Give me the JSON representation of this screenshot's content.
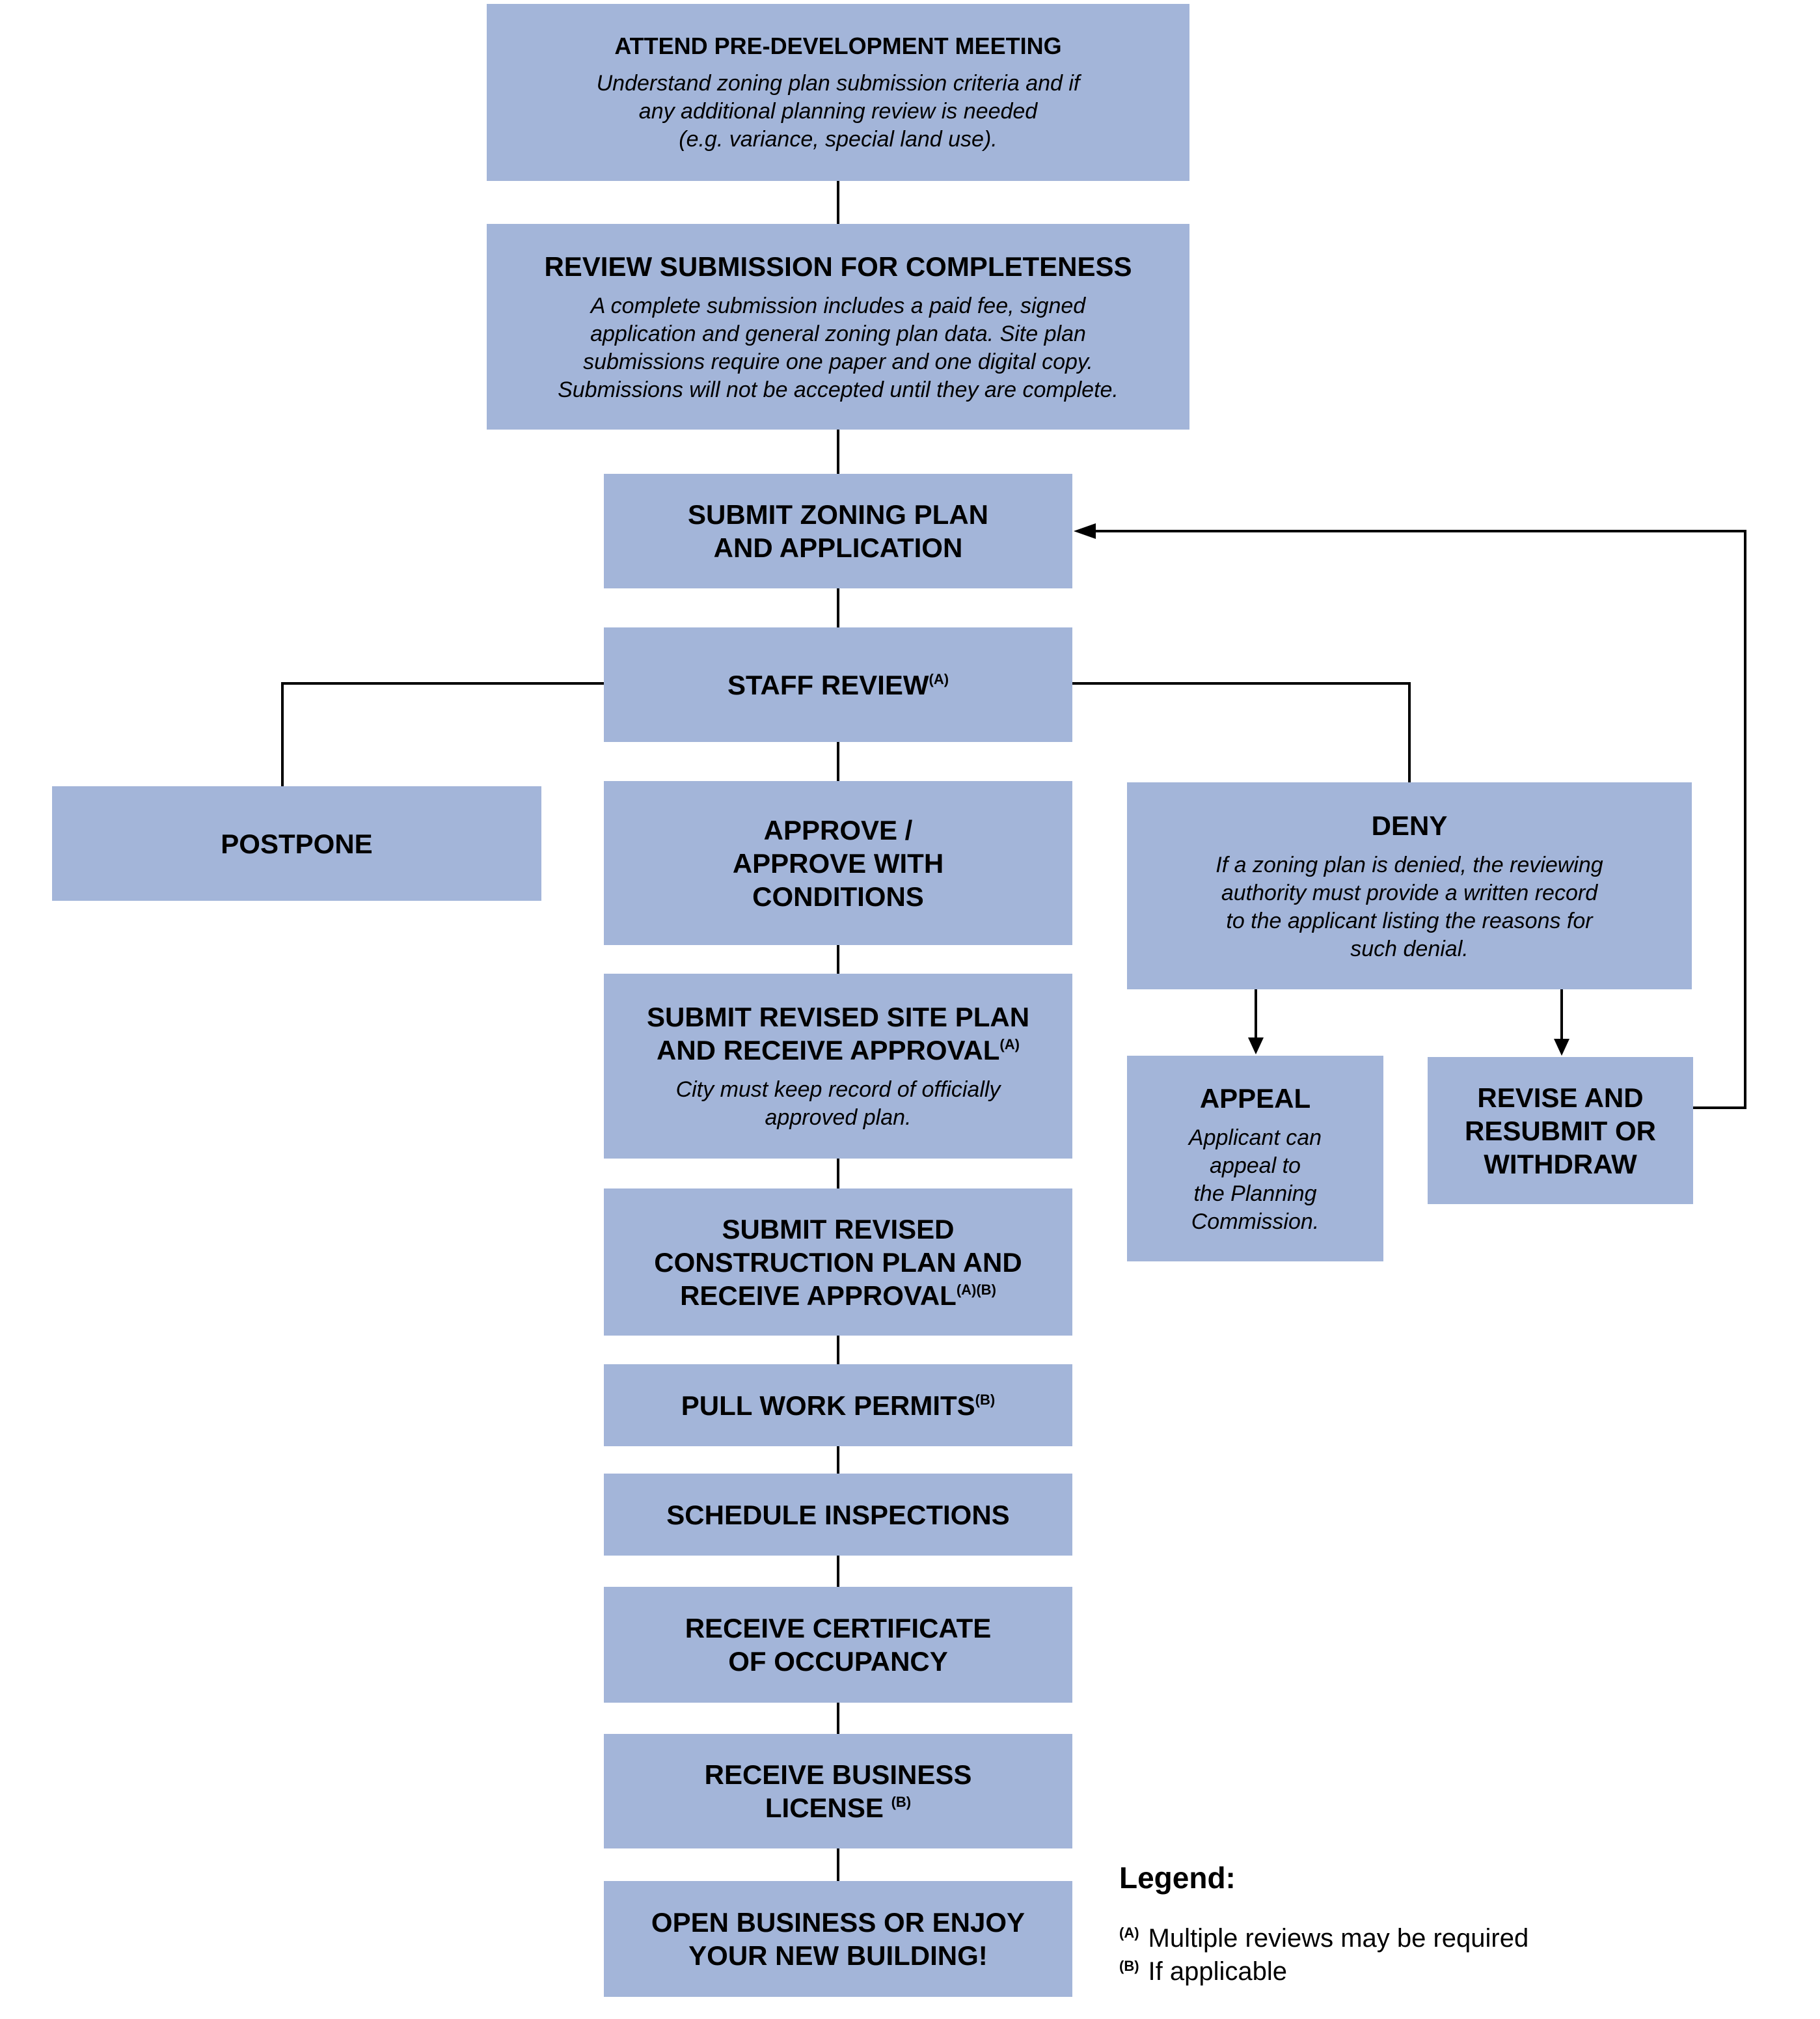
{
  "steps": {
    "pre_dev": {
      "title": "ATTEND PRE-DEVELOPMENT MEETING",
      "desc": "Understand zoning plan submission criteria and if\nany additional planning review is needed\n(e.g. variance, special land use)."
    },
    "completeness": {
      "title": "REVIEW SUBMISSION FOR COMPLETENESS",
      "desc": "A complete submission includes a paid fee, signed\napplication and general zoning plan data. Site plan\nsubmissions require one paper and one digital copy.\nSubmissions will not be accepted until they are complete."
    },
    "submit_plan": {
      "title": "SUBMIT ZONING PLAN\nAND APPLICATION"
    },
    "staff_review": {
      "title": "STAFF REVIEW",
      "mark": "(A)"
    },
    "postpone": {
      "title": "POSTPONE"
    },
    "approve": {
      "title": "APPROVE /\nAPPROVE WITH\nCONDITIONS"
    },
    "deny": {
      "title": "DENY",
      "desc": "If a zoning plan is denied, the reviewing\nauthority must provide a written record\nto the applicant listing the reasons for\nsuch denial."
    },
    "site_plan": {
      "title": "SUBMIT REVISED SITE PLAN\nAND RECEIVE APPROVAL",
      "mark": "(A)",
      "desc": "City must keep record of officially\napproved plan."
    },
    "appeal": {
      "title": "APPEAL",
      "desc": "Applicant can\nappeal to\nthe Planning\nCommission."
    },
    "revise": {
      "title": "REVISE AND\nRESUBMIT OR\nWITHDRAW"
    },
    "construction": {
      "title": "SUBMIT REVISED\nCONSTRUCTION PLAN AND\nRECEIVE APPROVAL",
      "mark": "(A)(B)"
    },
    "permits": {
      "title": "PULL WORK PERMITS",
      "mark": "(B)"
    },
    "inspections": {
      "title": "SCHEDULE INSPECTIONS"
    },
    "certificate": {
      "title": "RECEIVE CERTIFICATE\nOF OCCUPANCY"
    },
    "license": {
      "title": "RECEIVE BUSINESS\nLICENSE ",
      "mark": "(B)"
    },
    "open": {
      "title": "OPEN BUSINESS OR ENJOY\nYOUR NEW BUILDING!"
    }
  },
  "legend": {
    "title": "Legend:",
    "items": [
      {
        "mark": "(A)",
        "text": "Multiple reviews may be required"
      },
      {
        "mark": "(B)",
        "text": "If applicable"
      }
    ]
  },
  "colors": {
    "box_fill": "#a3b5d9",
    "line": "#000000"
  }
}
